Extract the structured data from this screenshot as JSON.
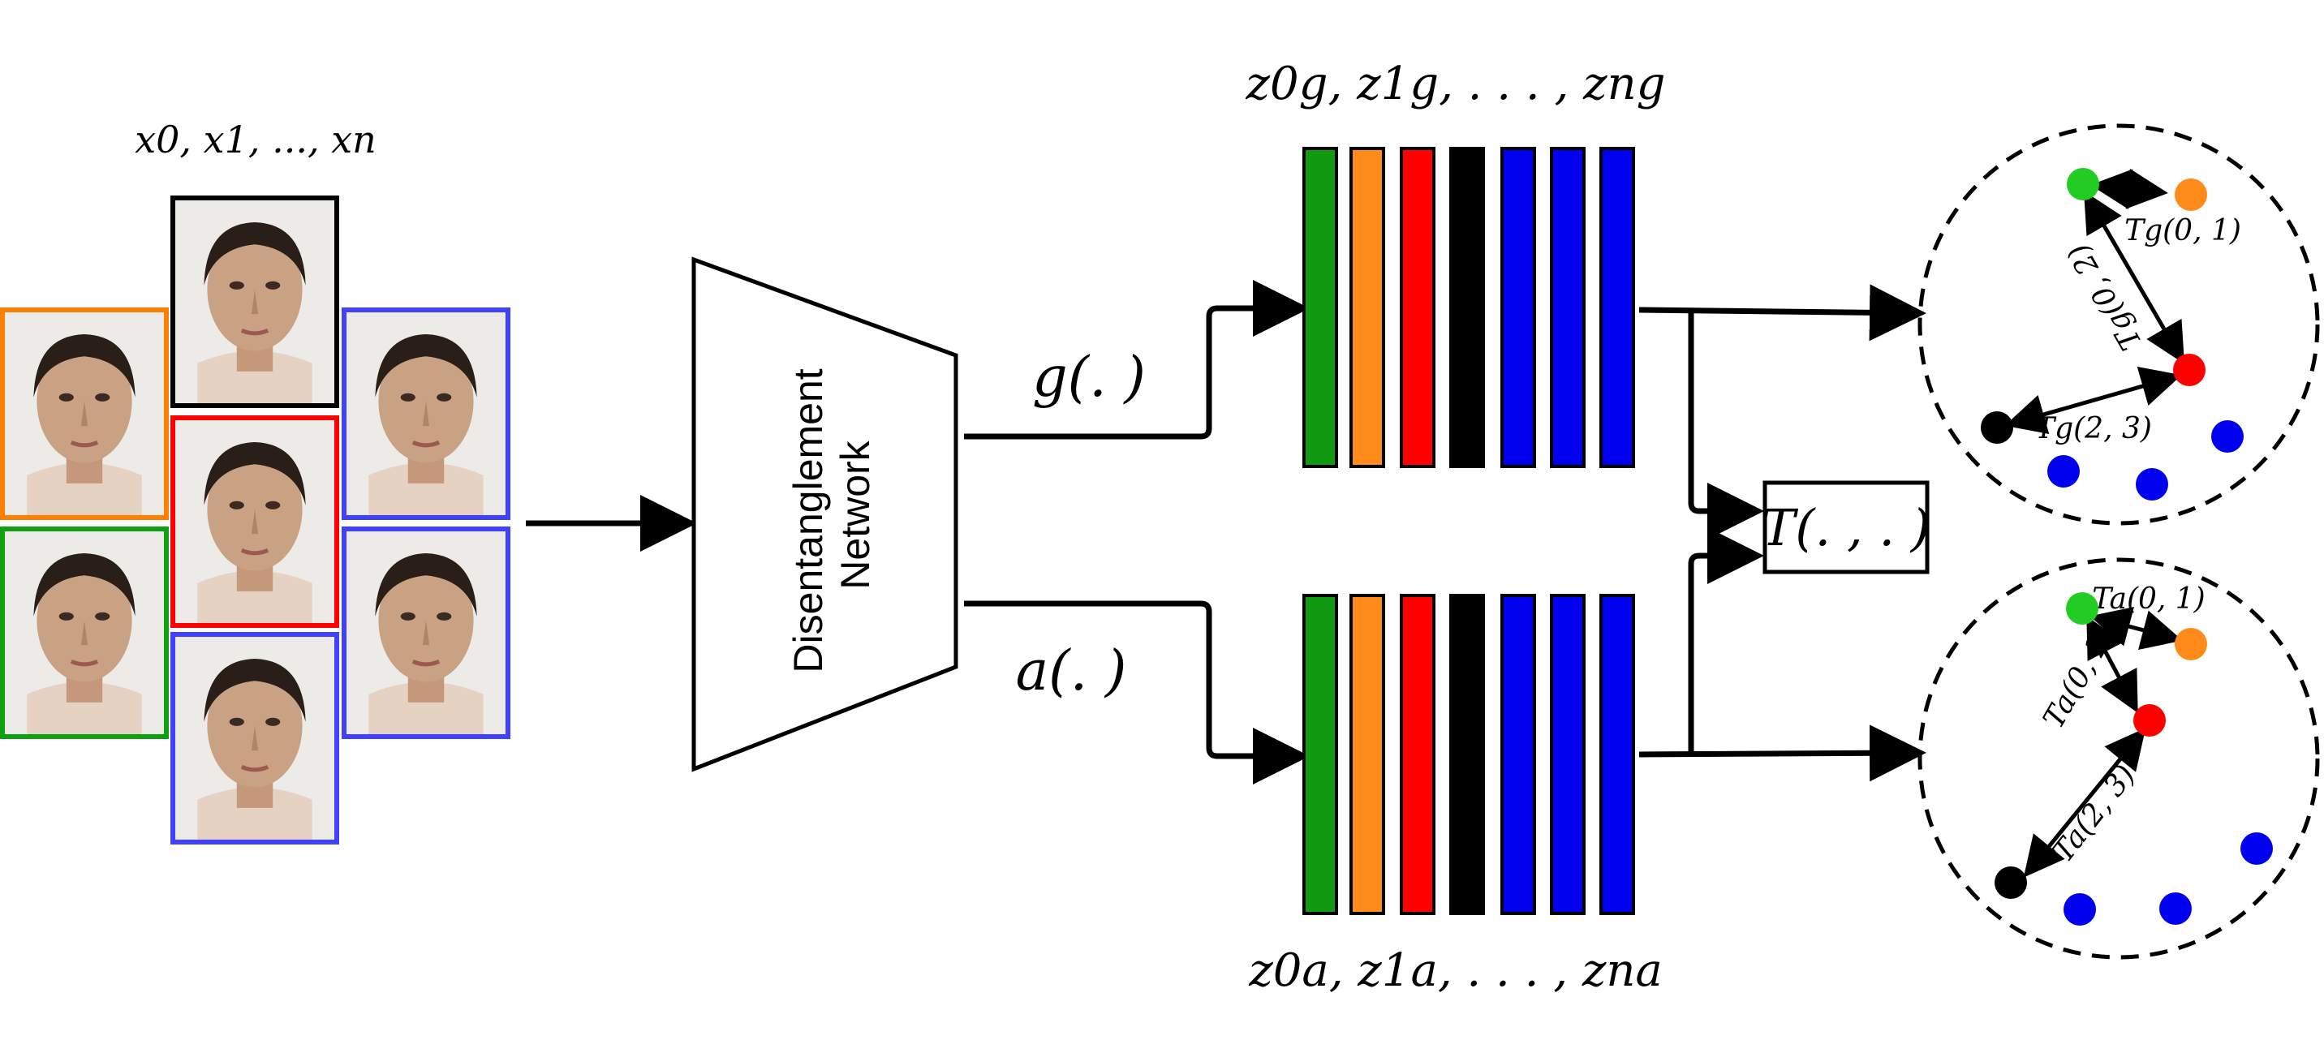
{
  "inputs": {
    "label": "x0, x1, ..., xn",
    "faces": [
      {
        "color": "#000000"
      },
      {
        "color": "#ff8000"
      },
      {
        "color": "#ff0000"
      },
      {
        "color": "#4040ff"
      },
      {
        "color": "#11a011"
      },
      {
        "color": "#4040ff"
      },
      {
        "color": "#4040ff"
      }
    ]
  },
  "network": {
    "line1": "Disentanglement",
    "line2": "Network"
  },
  "branches": {
    "g_label": "g(. )",
    "a_label": "a(. )"
  },
  "embeddings": {
    "g_label": "z0g, z1g, . . . , zng",
    "a_label": "z0a, z1a, . . . , zna",
    "bar_colors": [
      "#119911",
      "#ff8c1a",
      "#ff0000",
      "#000000",
      "#0000ee",
      "#0000ee",
      "#0000ee"
    ]
  },
  "transform": {
    "label": "T(. , . )"
  },
  "spaces": {
    "geometry": {
      "labels": [
        "Tg(0, 1)",
        "Tg(0, 2)",
        "Tg(2, 3)"
      ],
      "points": [
        {
          "id": 0,
          "color": "#22cc22"
        },
        {
          "id": 1,
          "color": "#ff8c1a"
        },
        {
          "id": 2,
          "color": "#ff0000"
        },
        {
          "id": 3,
          "color": "#000000"
        },
        {
          "id": 4,
          "color": "#0000ee"
        },
        {
          "id": 5,
          "color": "#0000ee"
        },
        {
          "id": 6,
          "color": "#0000ee"
        }
      ]
    },
    "appearance": {
      "labels": [
        "Ta(0, 1)",
        "Ta(0, 2)",
        "Ta(2, 3)"
      ],
      "points": [
        {
          "id": 0,
          "color": "#22cc22"
        },
        {
          "id": 1,
          "color": "#ff8c1a"
        },
        {
          "id": 2,
          "color": "#ff0000"
        },
        {
          "id": 3,
          "color": "#000000"
        },
        {
          "id": 4,
          "color": "#0000ee"
        },
        {
          "id": 5,
          "color": "#0000ee"
        },
        {
          "id": 6,
          "color": "#0000ee"
        }
      ]
    }
  }
}
